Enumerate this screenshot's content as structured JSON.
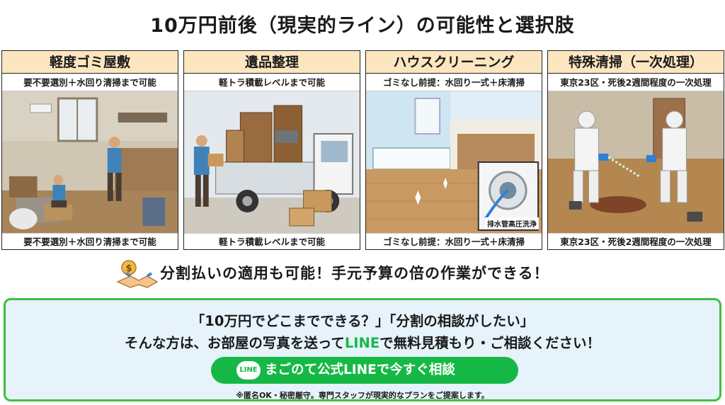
{
  "title": "10万円前後（現実的ライン）の可能性と選択肢",
  "cards": [
    {
      "heading": "軽度ゴミ屋敷",
      "sub_top": "要不要選別＋水回り清掃まで可能",
      "sub_bottom": "要不要選別＋水回り清掃まで可能"
    },
    {
      "heading": "遺品整理",
      "sub_top": "軽トラ積載レベルまで可能",
      "sub_bottom": "軽トラ積載レベルまで可能"
    },
    {
      "heading": "ハウスクリーニング",
      "sub_top": "ゴミなし前提：水回り一式＋床清掃",
      "sub_bottom": "ゴミなし前提：水回り一式＋床清掃",
      "inset_label": "排水管高圧洗浄"
    },
    {
      "heading": "特殊清掃（一次処理）",
      "sub_top": "東京23区・死後2週間程度の一次処理",
      "sub_bottom": "東京23区・死後2週間程度の一次処理"
    }
  ],
  "promo": {
    "text": "分割払いの適用も可能！手元予算の倍の作業ができる！",
    "icon": "handshake-money-icon"
  },
  "cta": {
    "line1": "「10万円でどこまでできる？」「分割の相談がしたい」",
    "line2_pre": "そんな方は、お部屋の写真を送って",
    "line2_highlight": "LINE",
    "line2_post": "で無料見積もり・ご相談ください！",
    "button_label": "まごのて公式LINEで今すぐ相談",
    "button_logo": "LINE",
    "note": "※匿名OK・秘密厳守。専門スタッフが現実的なプランをご提案します。"
  },
  "colors": {
    "card_header": "#fbe6bf",
    "line_green": "#16b845",
    "cta_bg": "#e6f3fb",
    "cta_border": "#3fbf3f"
  }
}
